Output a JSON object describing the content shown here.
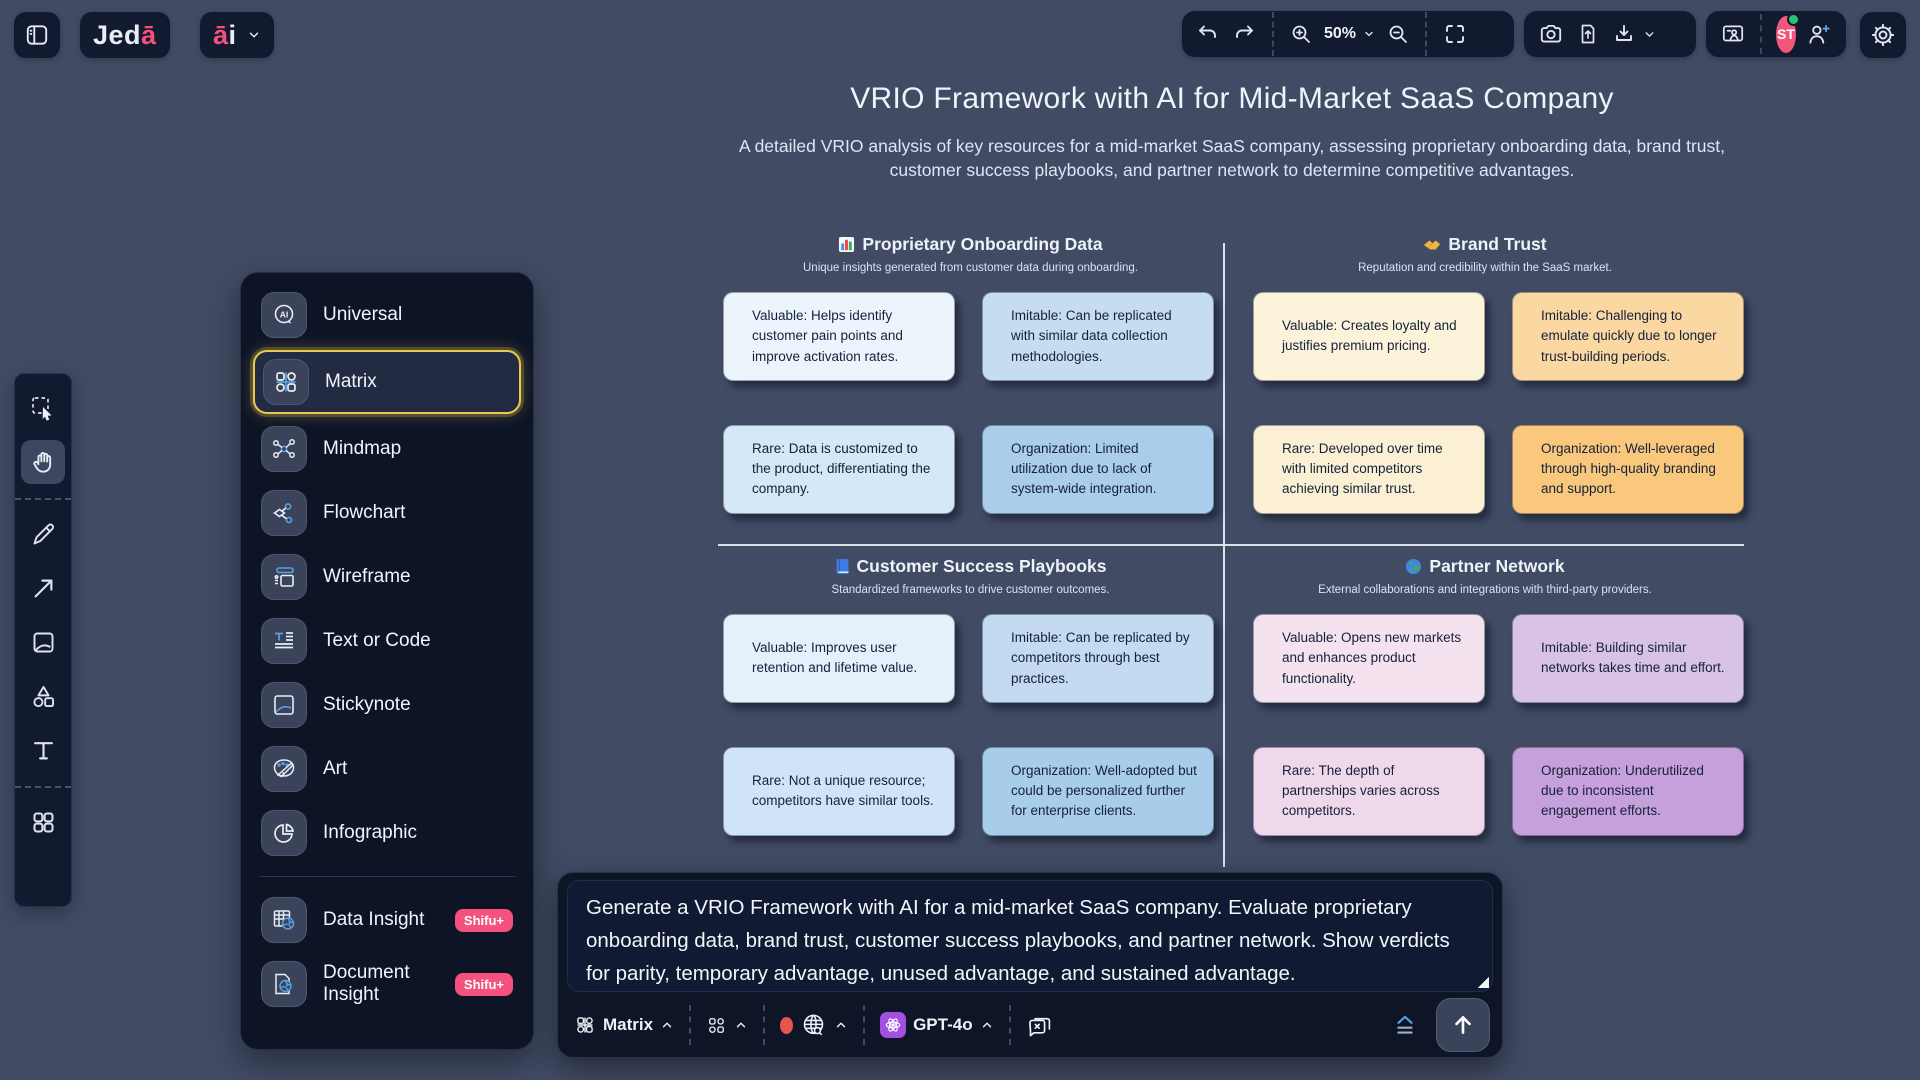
{
  "topbar": {
    "logo_prefix": "Jed",
    "logo_suffix": "ā",
    "ai_menu_a": "ā",
    "ai_menu_i": "i",
    "zoom_level": "50%",
    "avatar_initials": "ST"
  },
  "tool_rail": {
    "tools": [
      "select",
      "hand",
      "pen",
      "arrow",
      "image",
      "shapes",
      "text",
      "apps"
    ],
    "active_tool": "hand"
  },
  "sidebar": {
    "items": [
      {
        "label": "Universal",
        "icon": "ai-chat-icon"
      },
      {
        "label": "Matrix",
        "icon": "matrix-grid-icon",
        "selected": true
      },
      {
        "label": "Mindmap",
        "icon": "mindmap-icon"
      },
      {
        "label": "Flowchart",
        "icon": "flowchart-icon"
      },
      {
        "label": "Wireframe",
        "icon": "wireframe-icon"
      },
      {
        "label": "Text or Code",
        "icon": "text-code-icon"
      },
      {
        "label": "Stickynote",
        "icon": "stickynote-icon"
      },
      {
        "label": "Art",
        "icon": "art-palette-icon"
      },
      {
        "label": "Infographic",
        "icon": "infographic-icon"
      },
      {
        "label": "Data Insight",
        "icon": "data-insight-icon",
        "badge": "Shifu+"
      },
      {
        "label": "Document Insight",
        "icon": "document-insight-icon",
        "badge": "Shifu+"
      }
    ]
  },
  "canvas": {
    "title": "VRIO Framework with AI for Mid-Market SaaS Company",
    "subtitle": "A detailed VRIO analysis of key resources for a mid-market SaaS company, assessing proprietary onboarding data, brand trust, customer success playbooks, and partner network to determine competitive advantages.",
    "quadrants": [
      {
        "title": "Proprietary Onboarding Data",
        "icon": "bar-chart-emoji",
        "subtitle": "Unique insights generated from customer data during onboarding.",
        "cards": [
          {
            "text": "Valuable: Helps identify customer pain points and improve activation rates.",
            "bg": "#edf5fc"
          },
          {
            "text": "Imitable: Can be replicated with similar data collection methodologies.",
            "bg": "#c6ddf1"
          },
          {
            "text": "Rare: Data is customized to the product, differentiating the company.",
            "bg": "#d4e8f7"
          },
          {
            "text": "Organization: Limited utilization due to lack of system-wide integration.",
            "bg": "#a9cdea"
          }
        ]
      },
      {
        "title": "Brand Trust",
        "icon": "handshake-emoji",
        "subtitle": "Reputation and credibility within the SaaS market.",
        "cards": [
          {
            "text": "Valuable: Creates loyalty and justifies premium pricing.",
            "bg": "#fbf3da"
          },
          {
            "text": "Imitable: Challenging to emulate quickly due to longer trust-building periods.",
            "bg": "#fbd8a2"
          },
          {
            "text": "Rare: Developed over time with limited competitors achieving similar trust.",
            "bg": "#fbf0d4"
          },
          {
            "text": "Organization: Well-leveraged through high-quality branding and support.",
            "bg": "#f9c87d"
          }
        ]
      },
      {
        "title": "Customer Success Playbooks",
        "icon": "blue-book-emoji",
        "subtitle": "Standardized frameworks to drive customer outcomes.",
        "cards": [
          {
            "text": "Valuable: Improves user retention and lifetime value.",
            "bg": "#e4f0fa"
          },
          {
            "text": "Imitable: Can be replicated by competitors through best practices.",
            "bg": "#c3daf0"
          },
          {
            "text": "Rare: Not a unique resource; competitors have similar tools.",
            "bg": "#cfe4f6"
          },
          {
            "text": "Organization: Well-adopted but could be personalized further for enterprise clients.",
            "bg": "#a7cdeb"
          }
        ]
      },
      {
        "title": "Partner Network",
        "icon": "globe-emoji",
        "subtitle": "External collaborations and integrations with third-party providers.",
        "cards": [
          {
            "text": "Valuable: Opens new markets and enhances product functionality.",
            "bg": "#f4e3ee"
          },
          {
            "text": "Imitable: Building similar networks takes time and effort.",
            "bg": "#d8c3e7"
          },
          {
            "text": "Rare: The depth of partnerships varies across competitors.",
            "bg": "#eed8ea"
          },
          {
            "text": "Organization: Underutilized due to inconsistent engagement efforts.",
            "bg": "#c6a0da"
          }
        ]
      }
    ]
  },
  "prompt": {
    "text": "Generate a VRIO Framework with AI for a mid-market SaaS company. Evaluate proprietary onboarding data, brand trust, customer success playbooks, and partner network. Show verdicts for parity, temporary advantage, unused advantage, and sustained advantage.",
    "generator_label": "Matrix",
    "model_label": "GPT-4o"
  },
  "colors": {
    "canvas_bg": "#414b64",
    "panel_bg": "#121a2f",
    "accent_pink": "#f4517c",
    "selection_yellow": "#e7ca4e",
    "avatar_bg": "#f2577b",
    "online_green": "#2bc46d",
    "model_purple": "#a34fe0",
    "record_red": "#e8544e",
    "icon_blue": "#5aa0e0"
  }
}
